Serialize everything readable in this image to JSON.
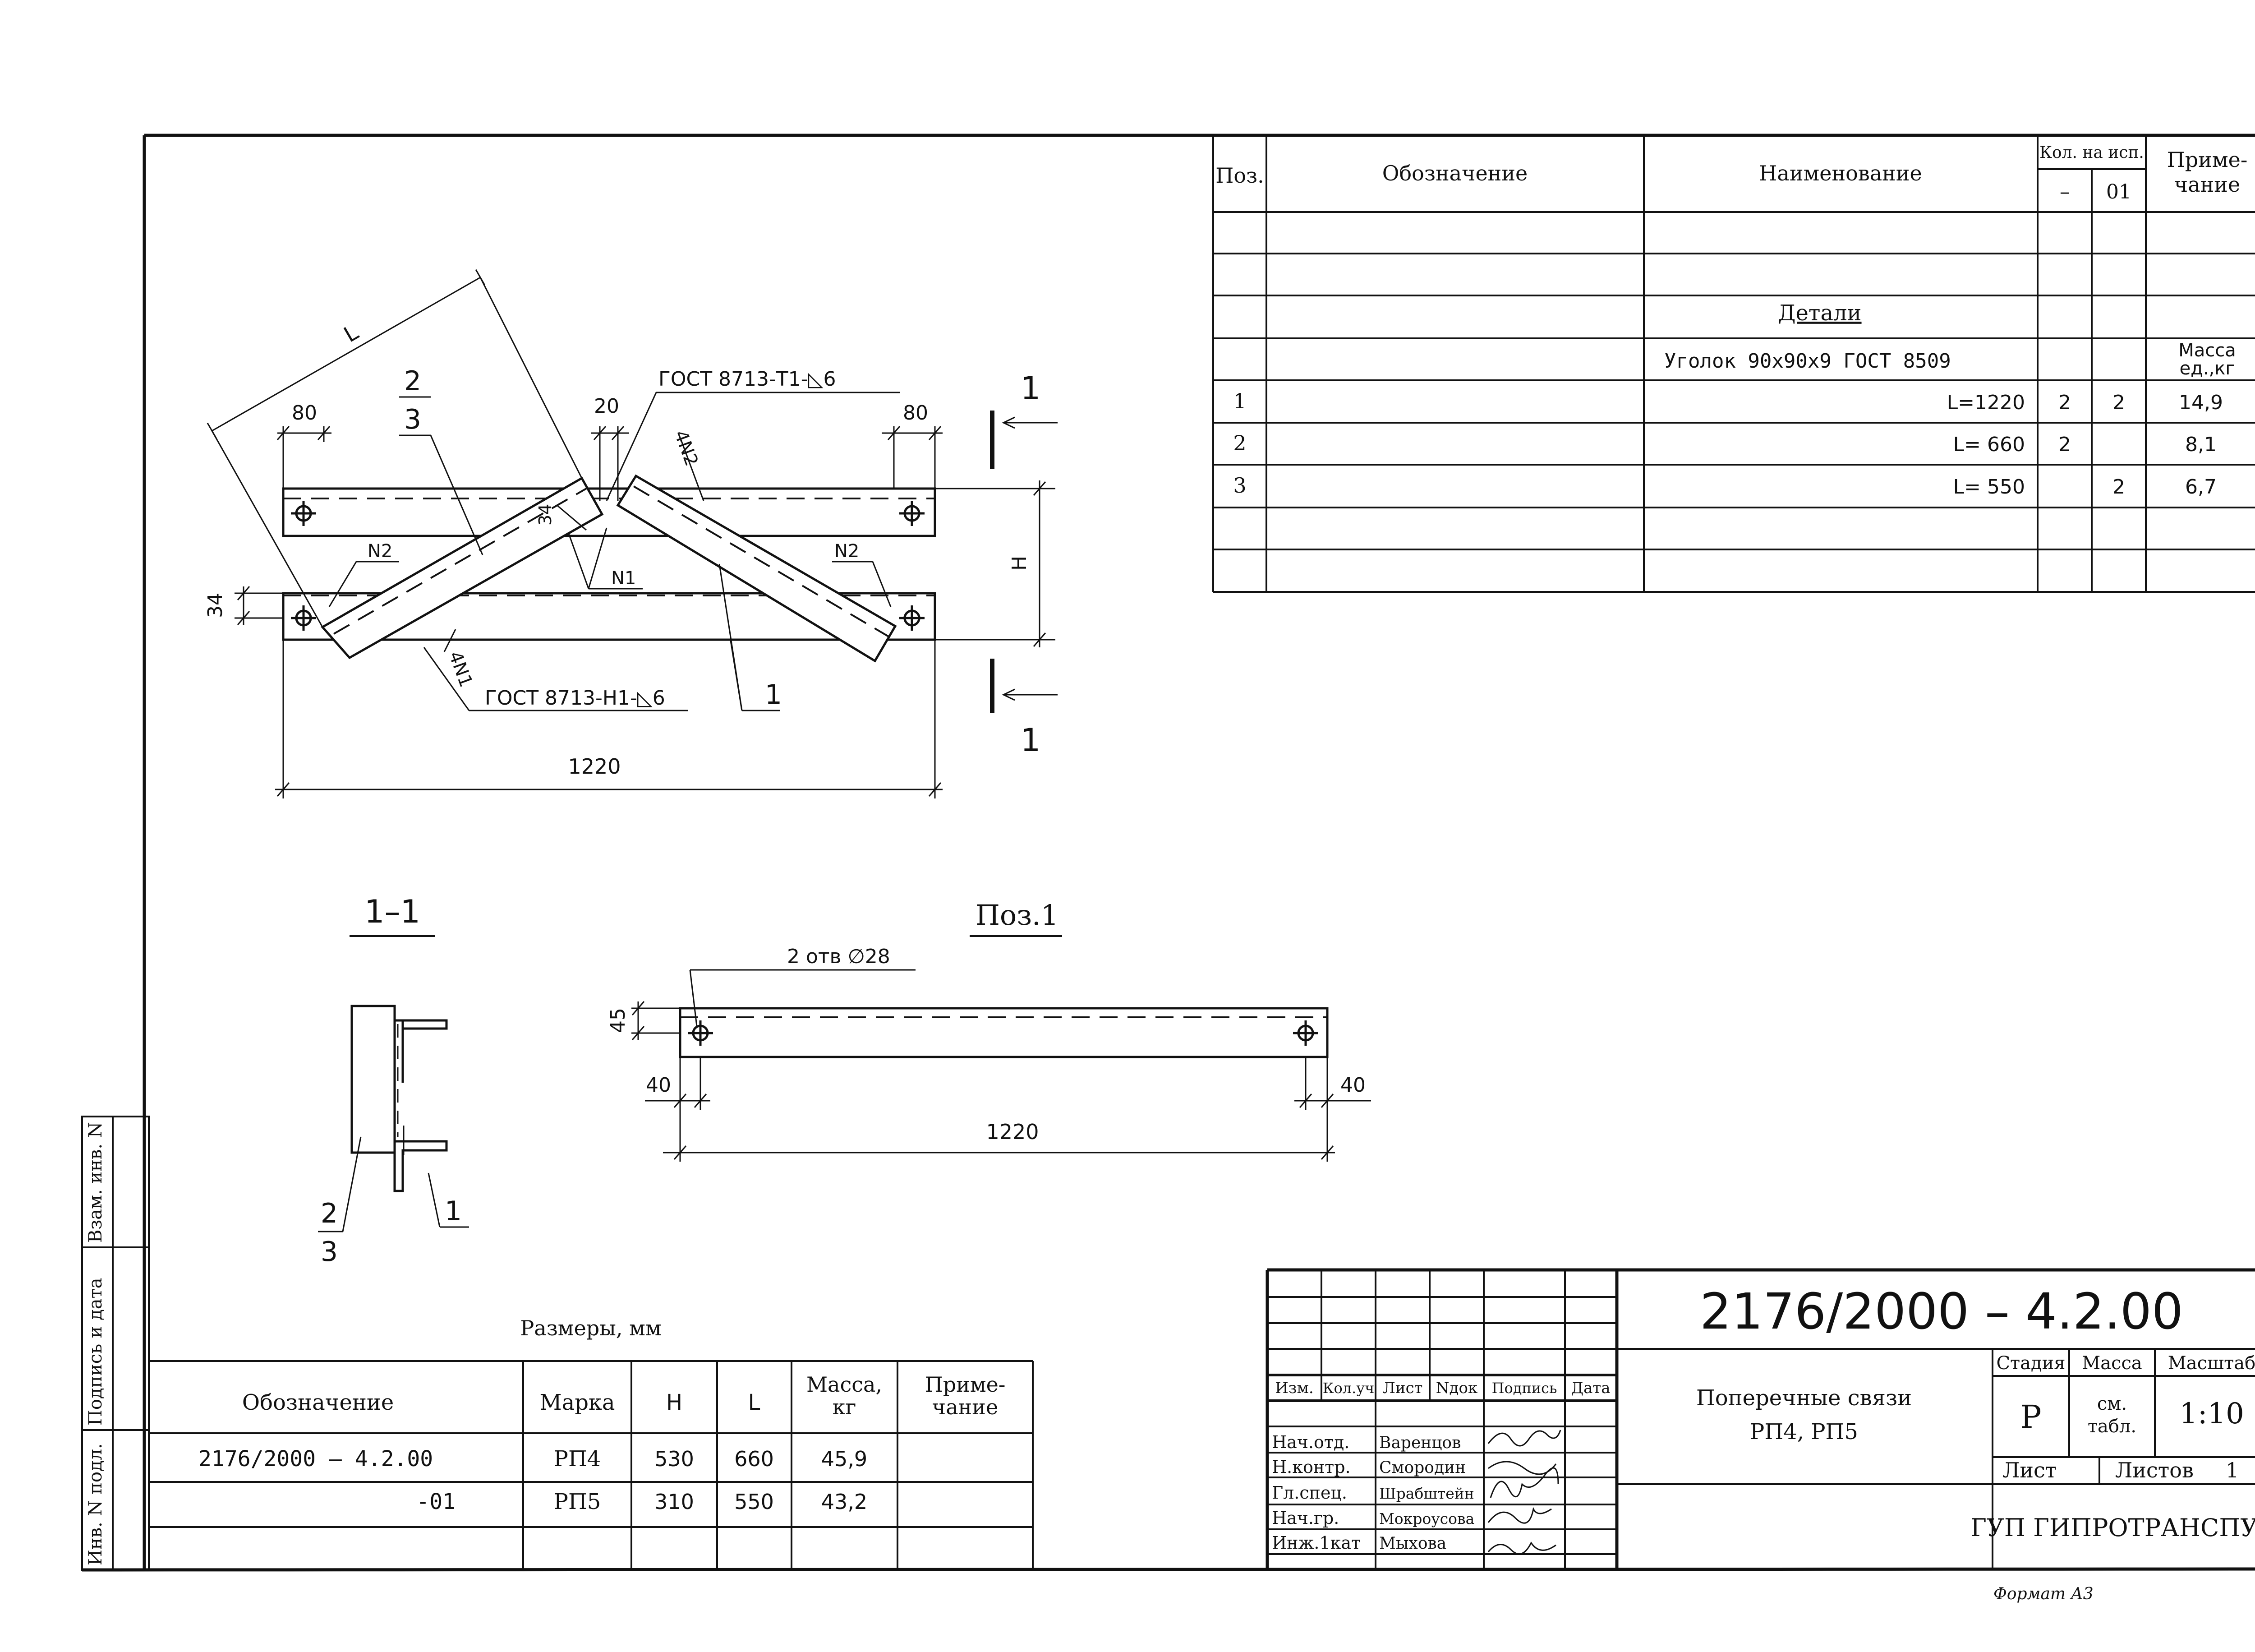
{
  "side_stamp": {
    "inv_podl": "Инв. N подл.",
    "podpis_data": "Подпись и дата",
    "vzam_inv": "Взам. инв. N"
  },
  "spec_table": {
    "headers": {
      "poz": "Поз.",
      "oboznachenie": "Обозначение",
      "naimenovanie": "Наименование",
      "kol": "Кол. на исп.",
      "var_dash": "–",
      "var_01": "01",
      "primechanie_1": "Приме-",
      "primechanie_2": "чание"
    },
    "section_title": "Детали",
    "material": "Уголок 90х90х9 ГОСТ 8509",
    "mass_note_1": "Масса",
    "mass_note_2": "ед.,кг",
    "rows": [
      {
        "poz": "1",
        "name": "L=1220",
        "q_dash": "2",
        "q_01": "2",
        "mass": "14,9"
      },
      {
        "poz": "2",
        "name": "L= 660",
        "q_dash": "2",
        "q_01": "",
        "mass": "8,1"
      },
      {
        "poz": "3",
        "name": "L= 550",
        "q_dash": "",
        "q_01": "2",
        "mass": "6,7"
      }
    ]
  },
  "main_view": {
    "dim_L": "L",
    "dim_80_left": "80",
    "dim_20": "20",
    "dim_80_right": "80",
    "dim_34_a": "34",
    "dim_34_b": "34",
    "dim_H": "H",
    "dim_1220": "1220",
    "weld_top": "ГОСТ 8713-Т1-◺6",
    "weld_bottom": "ГОСТ 8713-Н1-◺6",
    "seam_4n2": "4N2",
    "seam_4n1": "4N1",
    "seam_n2_left": "N2",
    "seam_n2_right": "N2",
    "seam_n1": "N1",
    "leader_2": "2",
    "leader_3": "3",
    "leader_1": "1",
    "section_mark_top": "1",
    "section_mark_bottom": "1"
  },
  "section_view": {
    "title": "1–1",
    "leader_2": "2",
    "leader_3": "3",
    "leader_1": "1"
  },
  "poz1_view": {
    "title": "Поз.1",
    "holes": "2 отв ∅28",
    "dim_45": "45",
    "dim_40_left": "40",
    "dim_40_right": "40",
    "dim_1220": "1220"
  },
  "sizes_table": {
    "caption": "Размеры, мм",
    "headers": {
      "oboznachenie": "Обозначение",
      "marka": "Марка",
      "h": "Н",
      "l": "L",
      "massa_1": "Масса,",
      "massa_2": "кг",
      "prim_1": "Приме-",
      "prim_2": "чание"
    },
    "rows": [
      {
        "designation": "2176/2000 – 4.2.00",
        "marka": "РП4",
        "h": "530",
        "l": "660",
        "massa": "45,9"
      },
      {
        "designation": "-01",
        "marka": "РП5",
        "h": "310",
        "l": "550",
        "massa": "43,2"
      }
    ]
  },
  "title_block": {
    "doc_number": "2176/2000 – 4.2.00",
    "columns": [
      "Изм.",
      "Кол.уч",
      "Лист",
      "Nдок",
      "Подпись",
      "Дата"
    ],
    "staff": [
      {
        "role": "Нач.отд.",
        "name": "Варенцов"
      },
      {
        "role": "Н.контр.",
        "name": "Смородин"
      },
      {
        "role": "Гл.спец.",
        "name": "Шрабштейн"
      },
      {
        "role": "Нач.гр.",
        "name": "Мокроусова"
      },
      {
        "role": "Инж.1кат",
        "name": "Мыхова"
      }
    ],
    "doc_title_1": "Поперечные связи",
    "doc_title_2": "РП4, РП5",
    "stadiya_label": "Стадия",
    "massa_label": "Масса",
    "masshtab_label": "Масштаб",
    "stadiya": "Р",
    "massa_1": "см.",
    "massa_2": "табл.",
    "masshtab": "1:10",
    "list_label": "Лист",
    "listov_label": "Листов",
    "listov": "1",
    "organization": "ГУП ГИПРОТРАНСПУТЬ",
    "format": "Формат А3"
  }
}
